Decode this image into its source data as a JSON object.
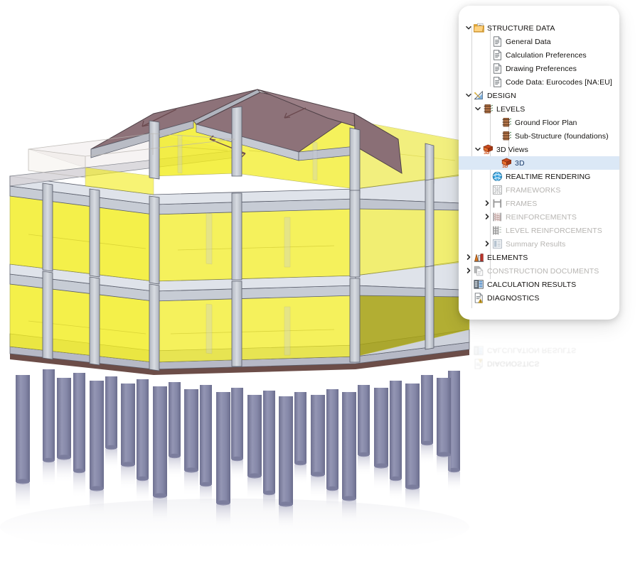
{
  "app": {
    "view_title": "3D",
    "accent_selection_color": "#dbe8f6"
  },
  "tree": {
    "name": "project-navigator-tree",
    "items": [
      {
        "id": "structure-data",
        "label": "STRUCTURE DATA",
        "icon": "folder-document-icon",
        "depth": 0,
        "twisty": "expanded",
        "state": "normal",
        "selected": false
      },
      {
        "id": "general-data",
        "label": "General Data",
        "icon": "document-icon",
        "depth": 2,
        "twisty": "none",
        "state": "normal",
        "selected": false
      },
      {
        "id": "calculation-preferences",
        "label": "Calculation Preferences",
        "icon": "document-icon",
        "depth": 2,
        "twisty": "none",
        "state": "normal",
        "selected": false
      },
      {
        "id": "drawing-preferences",
        "label": "Drawing Preferences",
        "icon": "document-icon",
        "depth": 2,
        "twisty": "none",
        "state": "normal",
        "selected": false
      },
      {
        "id": "code-data",
        "label": "Code Data: Eurocodes [NA:EU]",
        "icon": "document-icon",
        "depth": 2,
        "twisty": "none",
        "state": "normal",
        "selected": false
      },
      {
        "id": "design",
        "label": "DESIGN",
        "icon": "drafting-triangle-icon",
        "depth": 0,
        "twisty": "expanded",
        "state": "normal",
        "selected": false
      },
      {
        "id": "levels",
        "label": "LEVELS",
        "icon": "levels-icon",
        "depth": 1,
        "twisty": "expanded",
        "state": "normal",
        "selected": false
      },
      {
        "id": "ground-floor-plan",
        "label": "Ground Floor Plan",
        "icon": "level-sheet-icon",
        "depth": 3,
        "twisty": "none",
        "state": "normal",
        "selected": false
      },
      {
        "id": "sub-structure",
        "label": "Sub-Structure (foundations)",
        "icon": "level-sheet-icon",
        "depth": 3,
        "twisty": "none",
        "state": "normal",
        "selected": false
      },
      {
        "id": "3d-views",
        "label": "3D Views",
        "icon": "cube-3d-icon",
        "depth": 1,
        "twisty": "expanded",
        "state": "normal",
        "selected": false
      },
      {
        "id": "3d",
        "label": "3D",
        "icon": "cube-3d-icon",
        "depth": 3,
        "twisty": "none",
        "state": "normal",
        "selected": true
      },
      {
        "id": "realtime-rendering",
        "label": "REALTIME RENDERING",
        "icon": "globe-icon",
        "depth": 2,
        "twisty": "none",
        "state": "normal",
        "selected": false
      },
      {
        "id": "frameworks",
        "label": "FRAMEWORKS",
        "icon": "frameworks-grid-icon",
        "depth": 2,
        "twisty": "none",
        "state": "disabled",
        "selected": false
      },
      {
        "id": "frames",
        "label": "FRAMES",
        "icon": "frames-icon",
        "depth": 2,
        "twisty": "collapsed",
        "state": "disabled",
        "selected": false
      },
      {
        "id": "reinforcements",
        "label": "REINFORCEMENTS",
        "icon": "reinforcement-icon",
        "depth": 2,
        "twisty": "collapsed",
        "state": "disabled",
        "selected": false
      },
      {
        "id": "level-reinforcements",
        "label": "LEVEL REINFORCEMENTS",
        "icon": "level-reinforcement-icon",
        "depth": 2,
        "twisty": "none",
        "state": "disabled",
        "selected": false
      },
      {
        "id": "summary-results",
        "label": "Summary Results",
        "icon": "summary-results-icon",
        "depth": 2,
        "twisty": "collapsed",
        "state": "disabled",
        "selected": false
      },
      {
        "id": "elements",
        "label": "ELEMENTS",
        "icon": "elements-icon",
        "depth": 0,
        "twisty": "collapsed",
        "state": "normal",
        "selected": false
      },
      {
        "id": "construction-documents",
        "label": "CONSTRUCTION DOCUMENTS",
        "icon": "documents-stack-icon",
        "depth": 0,
        "twisty": "collapsed",
        "state": "disabled",
        "selected": false
      },
      {
        "id": "calculation-results",
        "label": "CALCULATION RESULTS",
        "icon": "results-table-icon",
        "depth": 0,
        "twisty": "none",
        "state": "normal",
        "selected": false
      },
      {
        "id": "diagnostics",
        "label": "DIAGNOSTICS",
        "icon": "diagnostics-icon",
        "depth": 0,
        "twisty": "none",
        "state": "normal",
        "selected": false
      }
    ]
  },
  "reflection": {
    "name": "panel-reflection",
    "items": [
      {
        "label": "DIAGNOSTICS",
        "icon": "diagnostics-icon"
      },
      {
        "label": "CALCULATION RESULTS",
        "icon": "results-table-icon"
      }
    ]
  },
  "model": {
    "name": "structural-3d-model",
    "description": "Reinforced concrete building frame, three storeys on hipped roof, cantilever balcony slabs and pile foundation",
    "colors": {
      "slab_yellow": "#f4ee14",
      "concrete_grey": "#c4c8cf",
      "roof_mauve": "#8d7279",
      "pile_purple": "#8e8fae",
      "outline": "#4d5159"
    },
    "parts": {
      "roof": "Hipped roof slabs",
      "floors": "Suspended floor slabs",
      "columns": "Rectangular columns",
      "balconies": "Cantilever balcony slabs",
      "pile_cap": "Perimeter pile cap beam",
      "piles": "Bored piles"
    }
  }
}
